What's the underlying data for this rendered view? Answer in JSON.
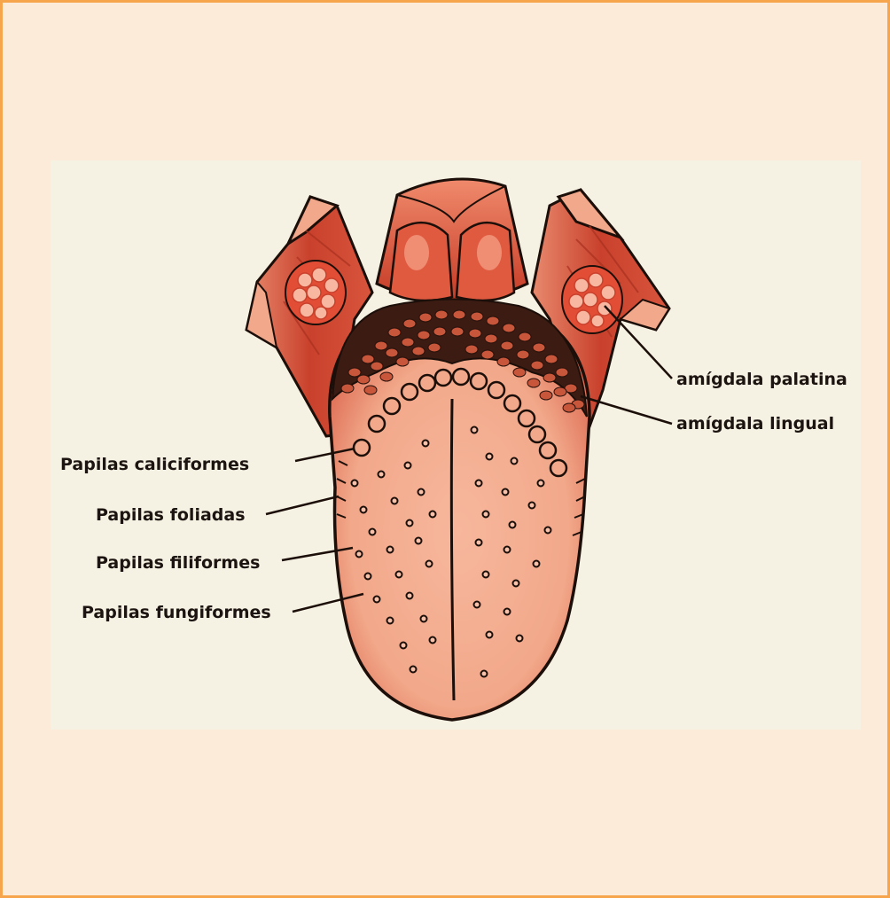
{
  "colors": {
    "page_background": "#fdebd9",
    "page_border": "#f6a54d",
    "panel_background": "#f6f2e3",
    "tongue_surface": "#f2a88a",
    "tissue_dark": "#c9412c",
    "tissue_mid": "#e0654a",
    "outline": "#1c0f0a"
  },
  "labels": {
    "right": {
      "tonsil_palatine": "amígdala palatina",
      "tonsil_lingual": "amígdala lingual"
    },
    "left": {
      "papillae_circumvallate": "Papilas caliciformes",
      "papillae_foliate": "Papilas foliadas",
      "papillae_filiform": "Papilas filiformes",
      "papillae_fungiform": "Papilas fungiformes"
    }
  }
}
